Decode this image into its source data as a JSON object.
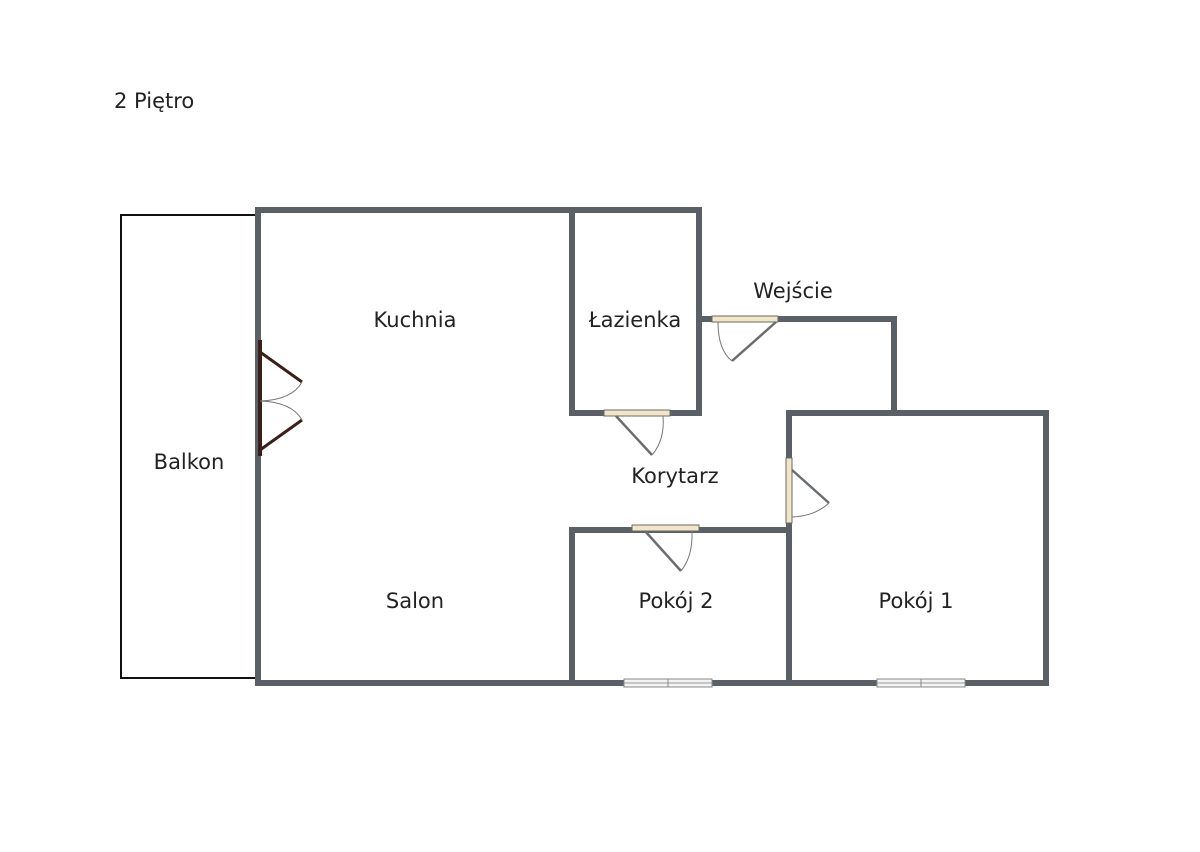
{
  "title": "2 Piętro",
  "rooms": {
    "kuchnia": "Kuchnia",
    "lazienka": "Łazienka",
    "wejscie": "Wejście",
    "balkon": "Balkon",
    "korytarz": "Korytarz",
    "salon": "Salon",
    "pokoj2": "Pokój 2",
    "pokoj1": "Pokój 1"
  },
  "colors": {
    "wall": "#5a6066",
    "door": "#f3e6c8",
    "balcony_door": "#3a1f1a"
  }
}
